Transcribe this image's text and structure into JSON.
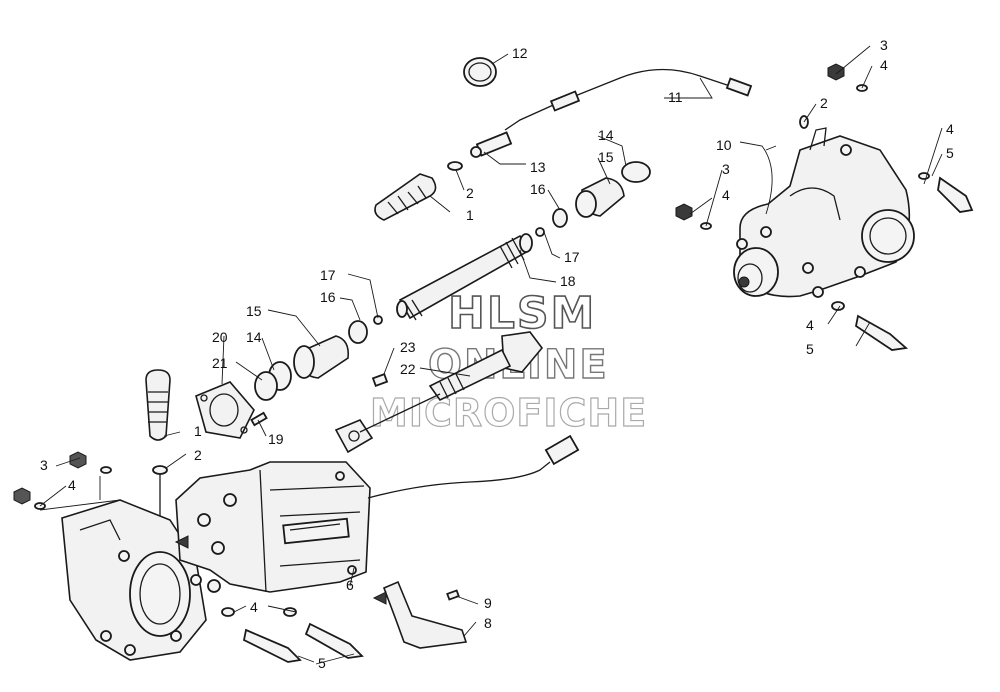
{
  "watermark": {
    "line1": "HLSM",
    "line2": "ONLINE",
    "line3": "MICROFICHE"
  },
  "callouts": {
    "c12": "12",
    "c11": "11",
    "c3a": "3",
    "c4a": "4",
    "c2a": "2",
    "c10": "10",
    "c14a": "14",
    "c15a": "15",
    "c16a": "16",
    "c13": "13",
    "c2b": "2",
    "c1a": "1",
    "c4b": "4",
    "c5a": "5",
    "c3b": "3",
    "c4c": "4",
    "c17a": "17",
    "c18": "18",
    "c17b": "17",
    "c16b": "16",
    "c15b": "15",
    "c14b": "14",
    "c20": "20",
    "c21": "21",
    "c23": "23",
    "c22": "22",
    "c1b": "1",
    "c19": "19",
    "c2c": "2",
    "c3c": "3",
    "c4d": "4",
    "c4e": "4",
    "c5b": "5",
    "c4f": "4",
    "c5c": "5",
    "c6": "6",
    "c9": "9",
    "c8": "8"
  }
}
